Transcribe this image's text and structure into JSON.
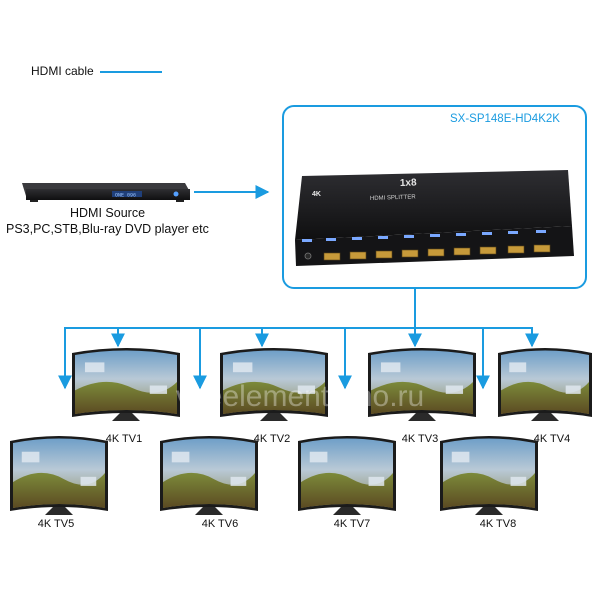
{
  "legend": {
    "label": "HDMI cable",
    "line_color": "#1a9be0"
  },
  "source": {
    "title": "HDMI Source",
    "subtitle": "PS3,PC,STB,Blu-ray DVD player etc",
    "display_readout": "ONE 096"
  },
  "splitter": {
    "model": "SX-SP148E-HD4K2K",
    "faceplate_title": "1x8",
    "faceplate_subtitle": "HDMI SPLITTER",
    "faceplate_logo": "4K",
    "port_count": 8
  },
  "outputs": [
    {
      "label": "4K TV1"
    },
    {
      "label": "4K TV2"
    },
    {
      "label": "4K TV3"
    },
    {
      "label": "4K TV4"
    },
    {
      "label": "4K TV5"
    },
    {
      "label": "4K TV6"
    },
    {
      "label": "4K TV7"
    },
    {
      "label": "4K TV8"
    }
  ],
  "watermark": "vseelementarno.ru",
  "colors": {
    "cable": "#1a9be0",
    "device": "#1c1c1e",
    "port": "#c79a3a"
  }
}
